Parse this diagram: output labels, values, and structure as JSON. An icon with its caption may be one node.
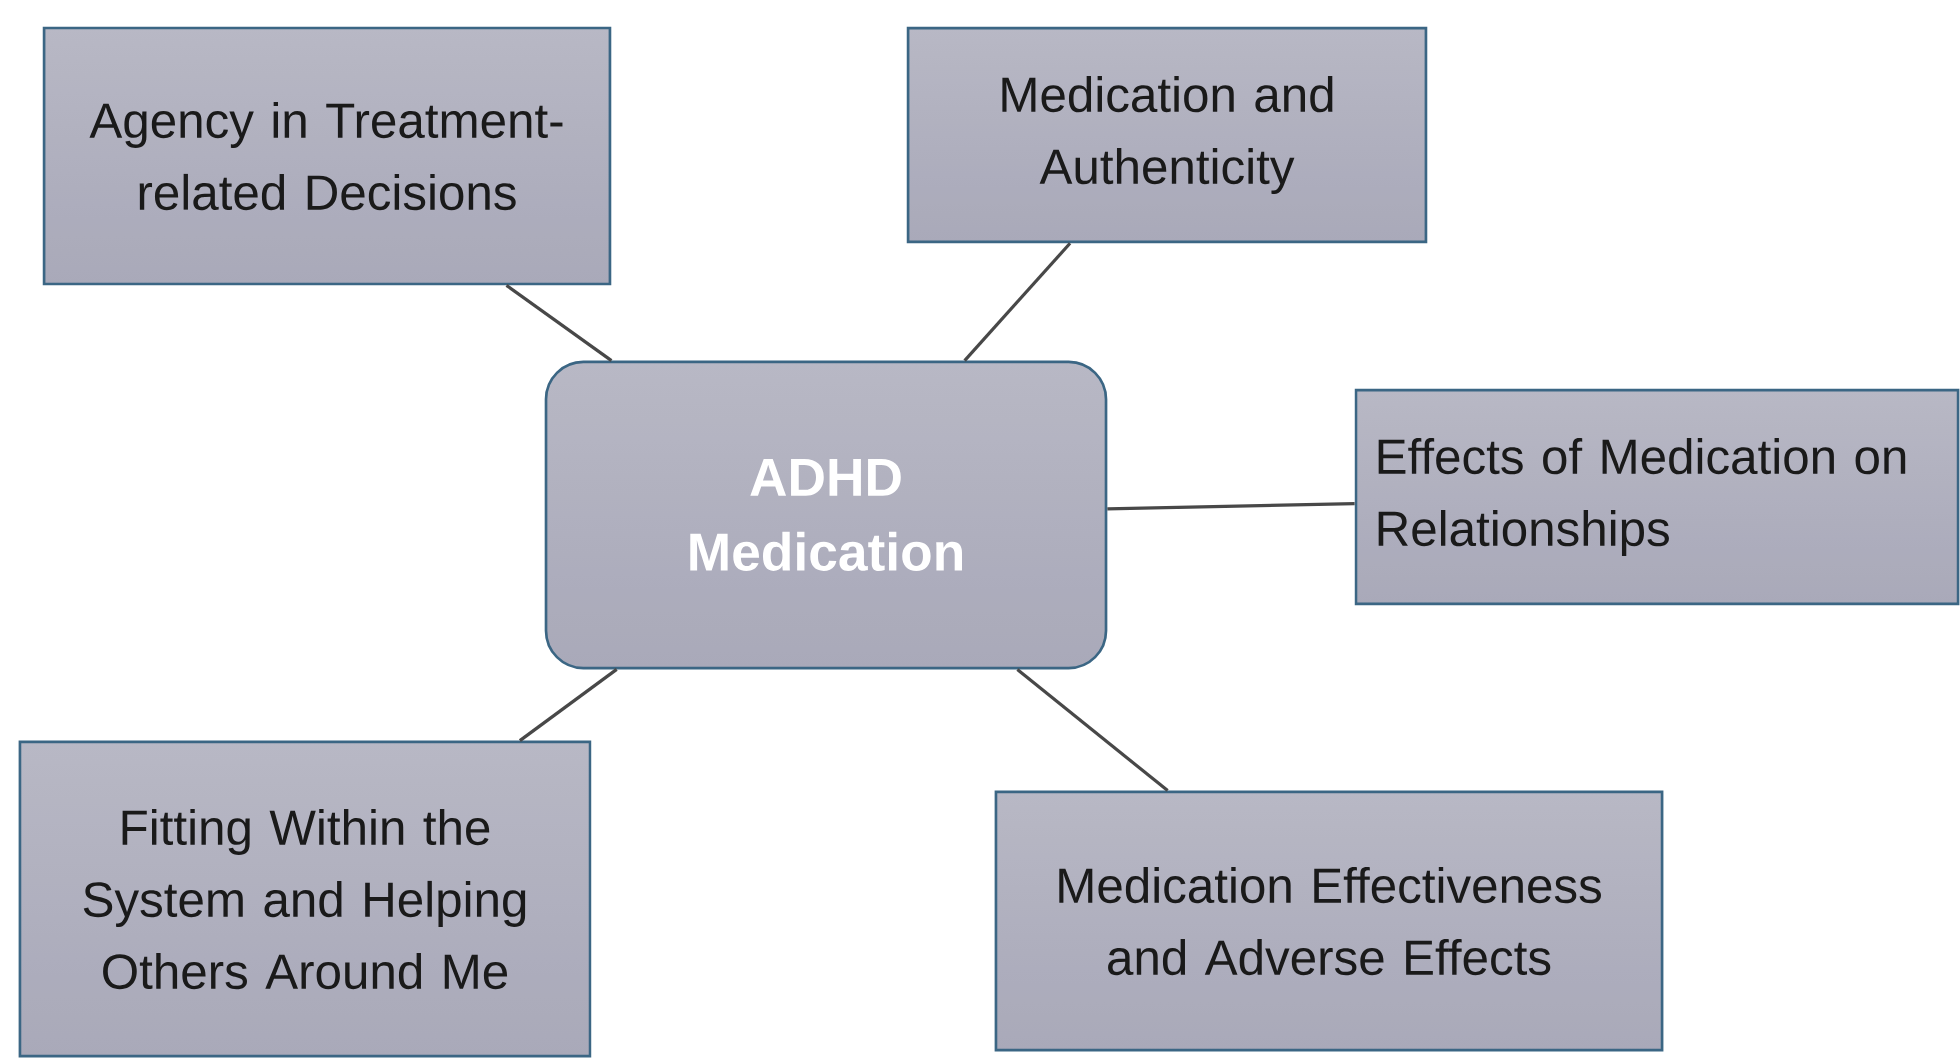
{
  "diagram": {
    "nodes": [
      {
        "text": [
          "ADHD Medication"
        ]
      },
      {
        "text": [
          "Agency in Treatment-related Decisions"
        ]
      },
      {
        "text": [
          "Medication and Authenticity"
        ]
      },
      {
        "text": [
          "Effects of Medication on Relationships"
        ]
      },
      {
        "text": [
          "Fitting Within the System and Helping Others Around Me"
        ]
      },
      {
        "text": [
          "Medication Effectiveness and Adverse Effects"
        ]
      }
    ],
    "edges": [
      {
        "from": 0,
        "to": 1,
        "arrow": "none"
      },
      {
        "from": 0,
        "to": 2,
        "arrow": "none"
      },
      {
        "from": 0,
        "to": 3,
        "arrow": "none"
      },
      {
        "from": 0,
        "to": 4,
        "arrow": "none"
      },
      {
        "from": 0,
        "to": 5,
        "arrow": "none"
      }
    ]
  }
}
